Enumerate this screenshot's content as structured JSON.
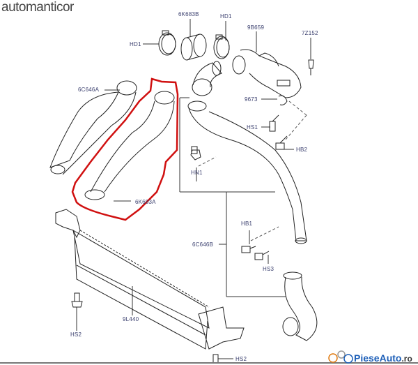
{
  "brand_watermark": "automanticor",
  "logo": {
    "name": "PieseAuto",
    "tld": ".ro"
  },
  "highlight_color": "#d01010",
  "callouts": {
    "hd1_left": "HD1",
    "k683b": "6K683B",
    "hd1_right": "HD1",
    "b659": "9B659",
    "z152": "7Z152",
    "c646a": "6C646A",
    "n9673": "9673",
    "hs1": "HS1",
    "hb2": "HB2",
    "hn1": "HN1",
    "k683a": "6K683A",
    "c646b": "6C646B",
    "hb1": "HB1",
    "hs3": "HS3",
    "l440": "9L440",
    "hs2_left": "HS2",
    "hs2_bottom": "HS2"
  }
}
